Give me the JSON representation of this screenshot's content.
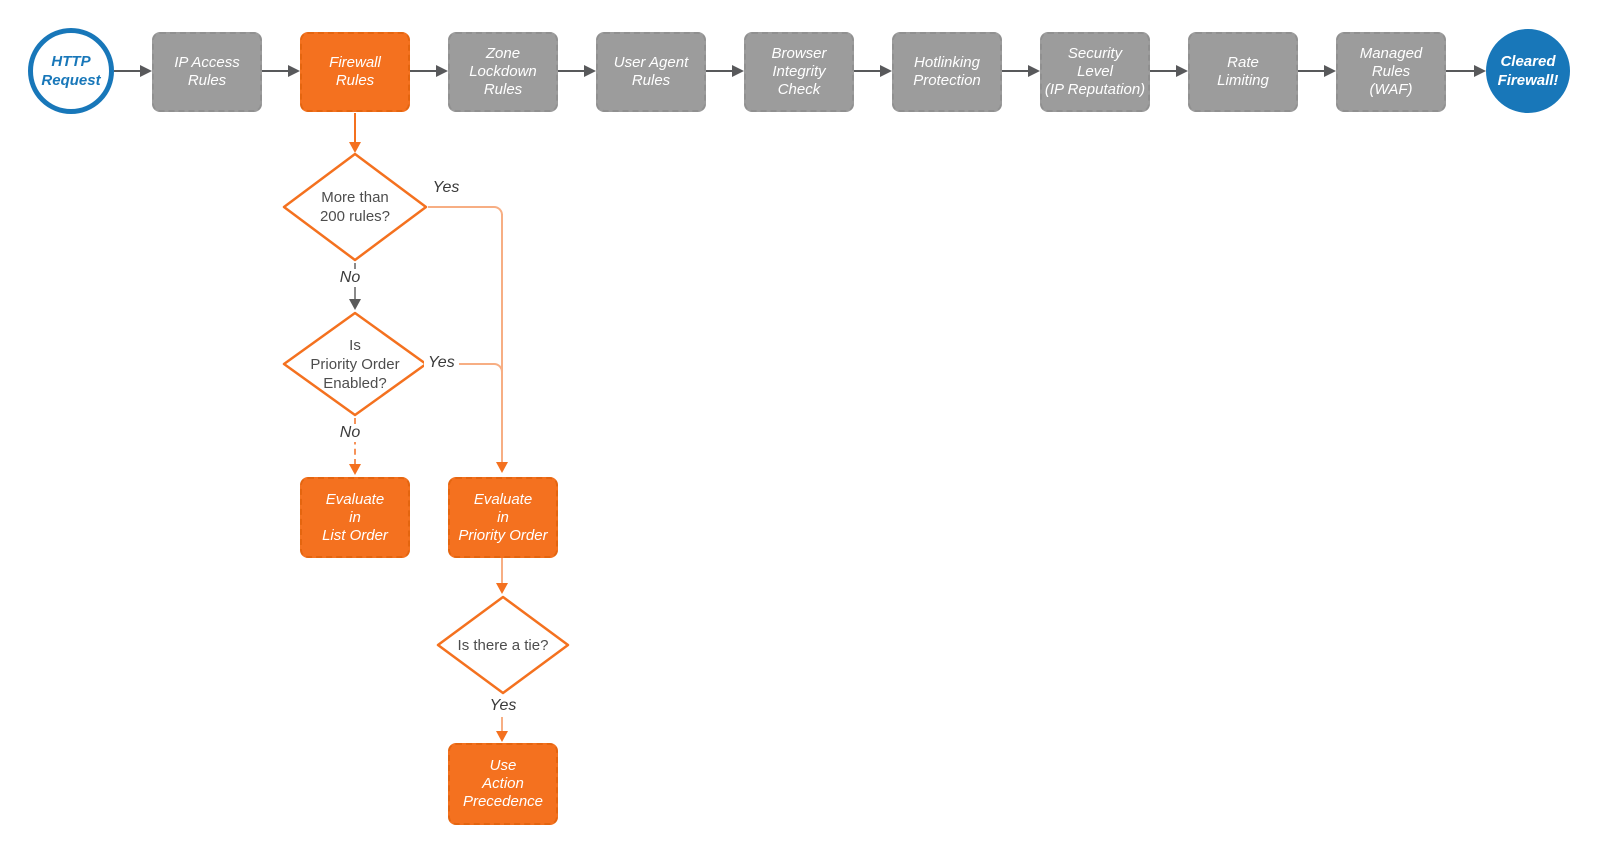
{
  "diagram": {
    "title_hint": "HTTP request firewall evaluation flowchart",
    "start": {
      "label": "HTTP\nRequest"
    },
    "end": {
      "label": "Cleared\nFirewall!"
    },
    "pipeline": [
      {
        "label": "IP Access\nRules",
        "variant": "gray"
      },
      {
        "label": "Firewall\nRules",
        "variant": "orange"
      },
      {
        "label": "Zone\nLockdown\nRules",
        "variant": "gray"
      },
      {
        "label": "User Agent\nRules",
        "variant": "gray"
      },
      {
        "label": "Browser\nIntegrity\nCheck",
        "variant": "gray"
      },
      {
        "label": "Hotlinking\nProtection",
        "variant": "gray"
      },
      {
        "label": "Security\nLevel\n(IP Reputation)",
        "variant": "gray"
      },
      {
        "label": "Rate\nLimiting",
        "variant": "gray"
      },
      {
        "label": "Managed\nRules\n(WAF)",
        "variant": "gray"
      }
    ],
    "decisions": [
      {
        "label": "More than\n200 rules?"
      },
      {
        "label": "Is\nPriority Order\nEnabled?"
      },
      {
        "label": "Is there a tie?"
      }
    ],
    "actions": [
      {
        "label": "Evaluate\nin\nList Order"
      },
      {
        "label": "Evaluate\nin\nPriority Order"
      },
      {
        "label": "Use\nAction\nPrecedence"
      }
    ],
    "edge_labels": {
      "d1_yes": "Yes",
      "d1_no": "No",
      "d2_yes": "Yes",
      "d2_no": "No",
      "d3_yes": "Yes"
    },
    "colors": {
      "orange": "#F4711F",
      "orange_light": "#F7AE83",
      "gray": "#9C9C9C",
      "blue": "#1877B9",
      "arrow_dark": "#58595B"
    }
  }
}
